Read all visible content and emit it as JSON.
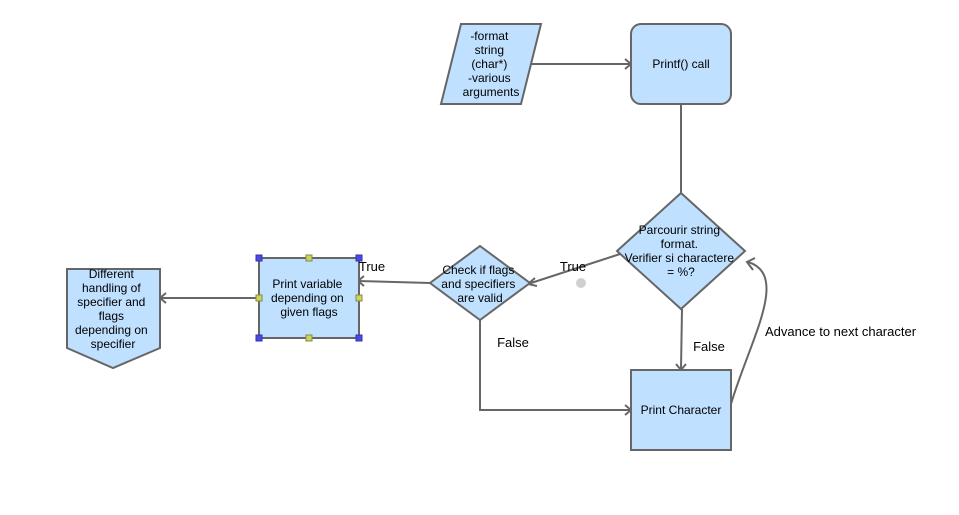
{
  "nodes": {
    "input": {
      "lines": [
        "-format",
        "string",
        "(char*)",
        "-various",
        "arguments"
      ]
    },
    "printf": {
      "lines": [
        "Printf() call"
      ]
    },
    "parcourir": {
      "lines": [
        "Parcourir string",
        "format.",
        "Verifier si charactere",
        "= %?"
      ]
    },
    "check": {
      "lines": [
        "Check if flags",
        "and specifiers",
        "are valid"
      ]
    },
    "printvar": {
      "lines": [
        "Print variable",
        "depending on",
        "given flags"
      ]
    },
    "different": {
      "lines": [
        "Different",
        "handling of",
        "specifier and",
        "flags",
        "depending on",
        "specifier"
      ]
    },
    "printchar": {
      "lines": [
        "Print Character"
      ]
    }
  },
  "edge_labels": {
    "parcourir_true": "True",
    "check_true": "True",
    "check_false": "False",
    "parcourir_false": "False",
    "advance": "Advance to next character"
  },
  "colors": {
    "fill": "#bfe0ff",
    "stroke": "#666666",
    "handle_corner": "#4a4ae8",
    "handle_mid": "#c8d65a"
  }
}
